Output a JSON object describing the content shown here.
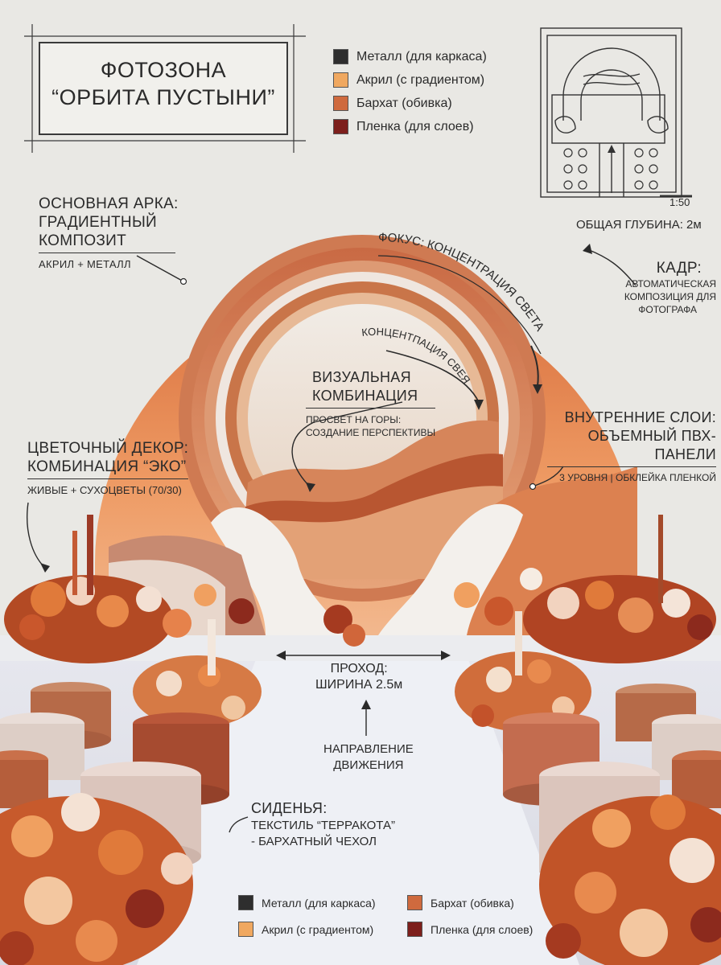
{
  "title": {
    "line1": "ФОТОЗОНА",
    "line2": "“ОРБИТА ПУСТЫНИ”"
  },
  "legend_top": [
    {
      "label": "Металл (для каркаса)",
      "color": "#2e2e2e"
    },
    {
      "label": "Акрил (с градиентом)",
      "color": "#f0a860"
    },
    {
      "label": "Бархат (обивка)",
      "color": "#cf6a3e"
    },
    {
      "label": "Пленка (для слоев)",
      "color": "#7d1f1c"
    }
  ],
  "legend_bottom": [
    {
      "label": "Металл (для каркаса)",
      "color": "#2e2e2e"
    },
    {
      "label": "Бархат (обивка)",
      "color": "#cf6a3e"
    },
    {
      "label": "Акрил (с градиентом)",
      "color": "#f0a860"
    },
    {
      "label": "Пленка (для слоев)",
      "color": "#7d1f1c"
    }
  ],
  "plan": {
    "scale": "1:50",
    "depth": "ОБЩАЯ ГЛУБИНА: 2м"
  },
  "callouts": {
    "arch": {
      "l1": "ОСНОВНАЯ АРКА:",
      "l2": "ГРАДИЕНТНЫЙ",
      "l3": "КОМПОЗИТ",
      "sub": "АКРИЛ + МЕТАЛЛ"
    },
    "frame": {
      "l1": "КАДР:",
      "s1": "АВТОМАТИЧЕСКАЯ",
      "s2": "КОМПОЗИЦИЯ ДЛЯ",
      "s3": "ФОТОГРАФА"
    },
    "focus": "ФОКУС: КОНЦЕНТРАЦИЯ СВЕТА",
    "inner_curve": "КОНЦЕНТПАЦИЯ СВЕЯ",
    "visual": {
      "l1": "ВИЗУАЛЬНАЯ",
      "l2": "КОМБИНАЦИЯ",
      "s1": "ПРОСВЕТ НА ГОРЫ:",
      "s2": "СОЗДАНИЕ ПЕРСПЕКТИВЫ"
    },
    "layers": {
      "l1": "ВНУТРЕННИЕ СЛОИ:",
      "l2": "ОБЪЕМНЫЙ ПВХ-ПАНЕЛИ",
      "sub": "3 УРОВНЯ | ОБКЛЕЙКА ПЛЕНКОЙ"
    },
    "flowers": {
      "l1": "ЦВЕТОЧНЫЙ ДЕКОР:",
      "l2": "КОМБИНАЦИЯ “ЭКО”",
      "sub": "ЖИВЫЕ + СУХОЦВЕТЫ (70/30)"
    },
    "passage": {
      "l1": "ПРОХОД:",
      "l2": "ШИРИНА 2.5м"
    },
    "direction": {
      "l1": "НАПРАВЛЕНИЕ",
      "l2": "ДВИЖЕНИЯ"
    },
    "seats": {
      "l1": "СИДЕНЬЯ:",
      "l2": "ТЕКСТИЛЬ “ТЕРРАКОТА”",
      "l3": "- БАРХАТНЫЙ ЧЕХОЛ"
    }
  }
}
